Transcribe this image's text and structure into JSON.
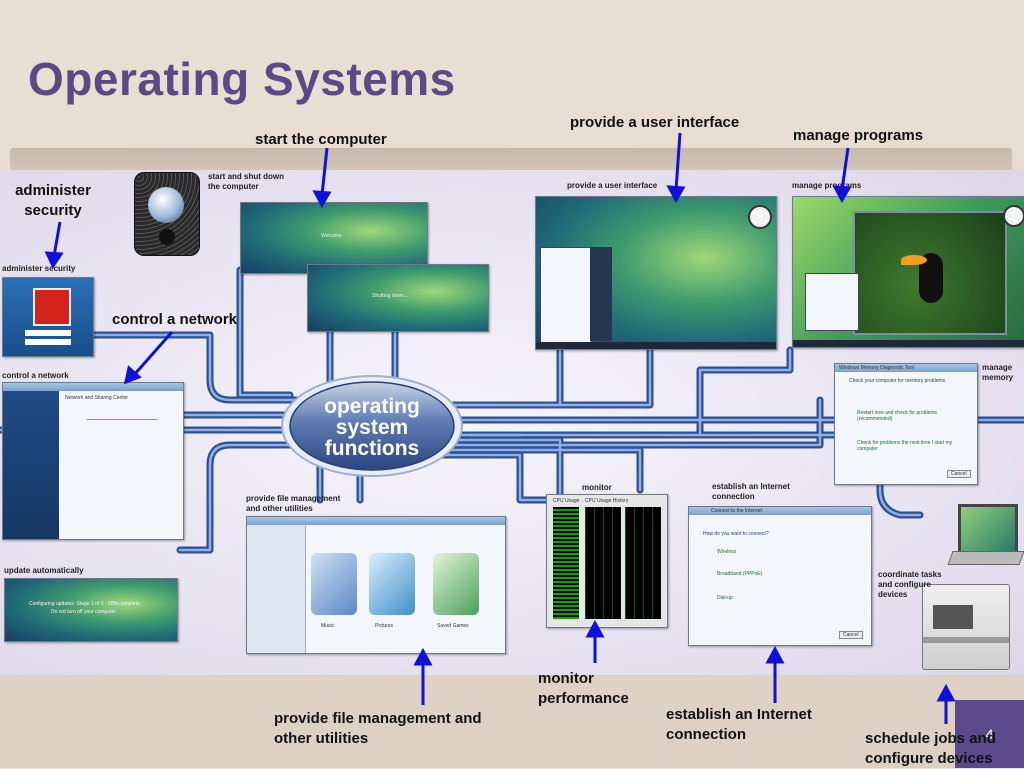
{
  "slide": {
    "title": "Operating Systems",
    "page_number": "4"
  },
  "callouts": {
    "start_computer": "start the computer",
    "user_interface": "provide a user interface",
    "manage_programs": "manage programs",
    "administer_security": "administer security",
    "control_network": "control a network",
    "monitor_performance": "monitor performance",
    "file_management": "provide file management and other utilities",
    "internet_connection": "establish an Internet connection",
    "schedule_jobs": "schedule jobs and configure devices"
  },
  "diagram": {
    "hub_lines": [
      "operating",
      "system",
      "functions"
    ],
    "captions": {
      "start_shutdown": "start and shut down the computer",
      "user_interface": "provide a user interface",
      "manage_programs": "manage programs",
      "administer_security": "administer security",
      "control_network": "control a network",
      "manage_memory": "manage memory",
      "update": "update automatically",
      "file_management": "provide file management and other utilities",
      "monitor_performance": "monitor performance",
      "internet_connection": "establish an Internet connection",
      "coordinate_tasks": "coordinate tasks and configure devices"
    },
    "screen_text": {
      "welcome": "Welcome",
      "shutting_down": "Shutting down...",
      "update_msg_1": "Configuring updates: Stage 1 of 3 - 50% complete.",
      "update_msg_2": "Do not turn off your computer.",
      "network_center": "Network and Sharing Center",
      "memory_tool": "Windows Memory Diagnostic Tool",
      "memory_q": "Check your computer for memory problems",
      "memory_opt1": "Restart now and check for problems (recommended)",
      "memory_opt2": "Check for problems the next time I start my computer",
      "memory_cancel": "Cancel",
      "connect_title": "Connect to the Internet",
      "connect_q": "How do you want to connect?",
      "connect_opt1": "Wireless",
      "connect_opt2": "Broadband (PPPoE)",
      "connect_opt3": "Dial-up",
      "connect_cancel": "Cancel",
      "cpu_usage": "CPU Usage",
      "cpu_history": "CPU Usage History",
      "explorer_item1": "Music",
      "explorer_item2": "Pictures",
      "explorer_item3": "Saved Games"
    }
  },
  "colors": {
    "title": "#5b4a86",
    "arrow": "#1010d8",
    "pipe": "#3e66b0",
    "hub": "#2f4f8f"
  }
}
